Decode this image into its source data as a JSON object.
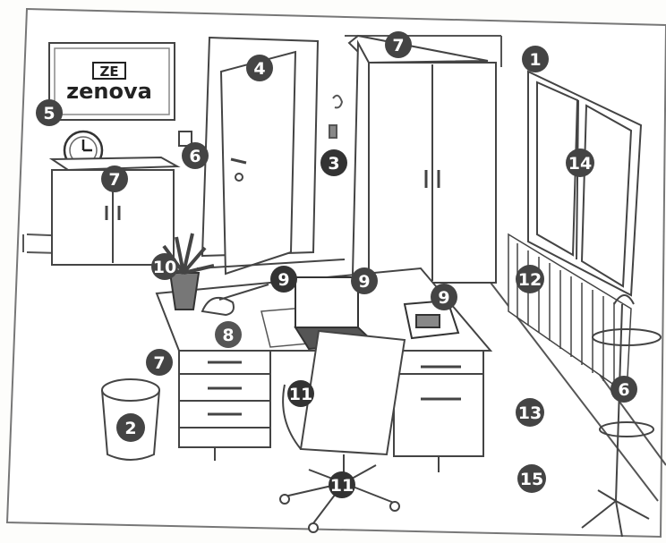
{
  "logo": {
    "mark": "ZE",
    "name": "zenova"
  },
  "markers": {
    "window": "1",
    "bin": "2",
    "door_handle": "3",
    "door": "4",
    "logo_board": "5",
    "switch": "6",
    "coat_stand": "6",
    "tall_cabinet": "7",
    "low_cabinet": "7",
    "desk": "7",
    "desk_lamp": "8",
    "laptop": "9",
    "screen": "9",
    "phone": "9",
    "plant": "10",
    "chair_back": "11",
    "chair_base": "11",
    "radiator": "12",
    "floor": "13",
    "window_pane": "14",
    "floor_area": "15"
  }
}
